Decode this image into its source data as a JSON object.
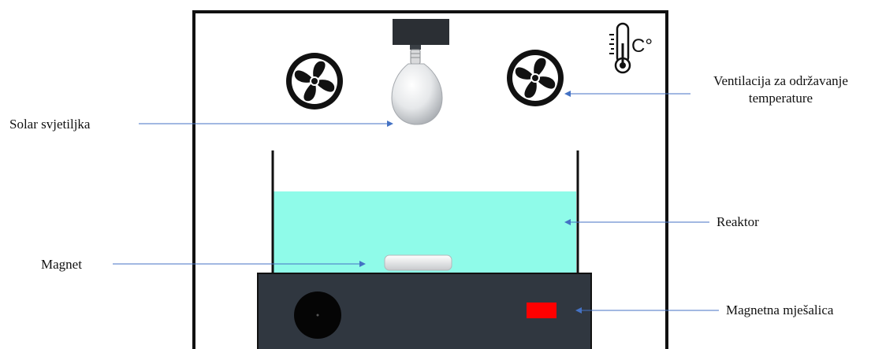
{
  "labels": {
    "solar_lamp": "Solar svjetiljka",
    "ventilation_line1": "Ventilacija  za održavanje",
    "ventilation_line2": "temperature",
    "reactor": "Reaktor",
    "magnet": "Magnet",
    "magnetic_stirrer": "Magnetna mješalica"
  },
  "icons": {
    "thermometer": "thermometer-celsius-icon",
    "fan": "fan-icon",
    "lamp": "light-bulb-icon",
    "stirrer_knob": "knob-icon",
    "stirrer_indicator": "indicator-light-icon"
  },
  "thermometer_unit": "C°",
  "colors": {
    "enclosure_stroke": "#111111",
    "reactor_liquid": "#8ffbe9",
    "stirrer_body": "#303740",
    "indicator": "#ff0000",
    "arrow": "#4472c4",
    "lamp_mount": "#2b2f34"
  }
}
